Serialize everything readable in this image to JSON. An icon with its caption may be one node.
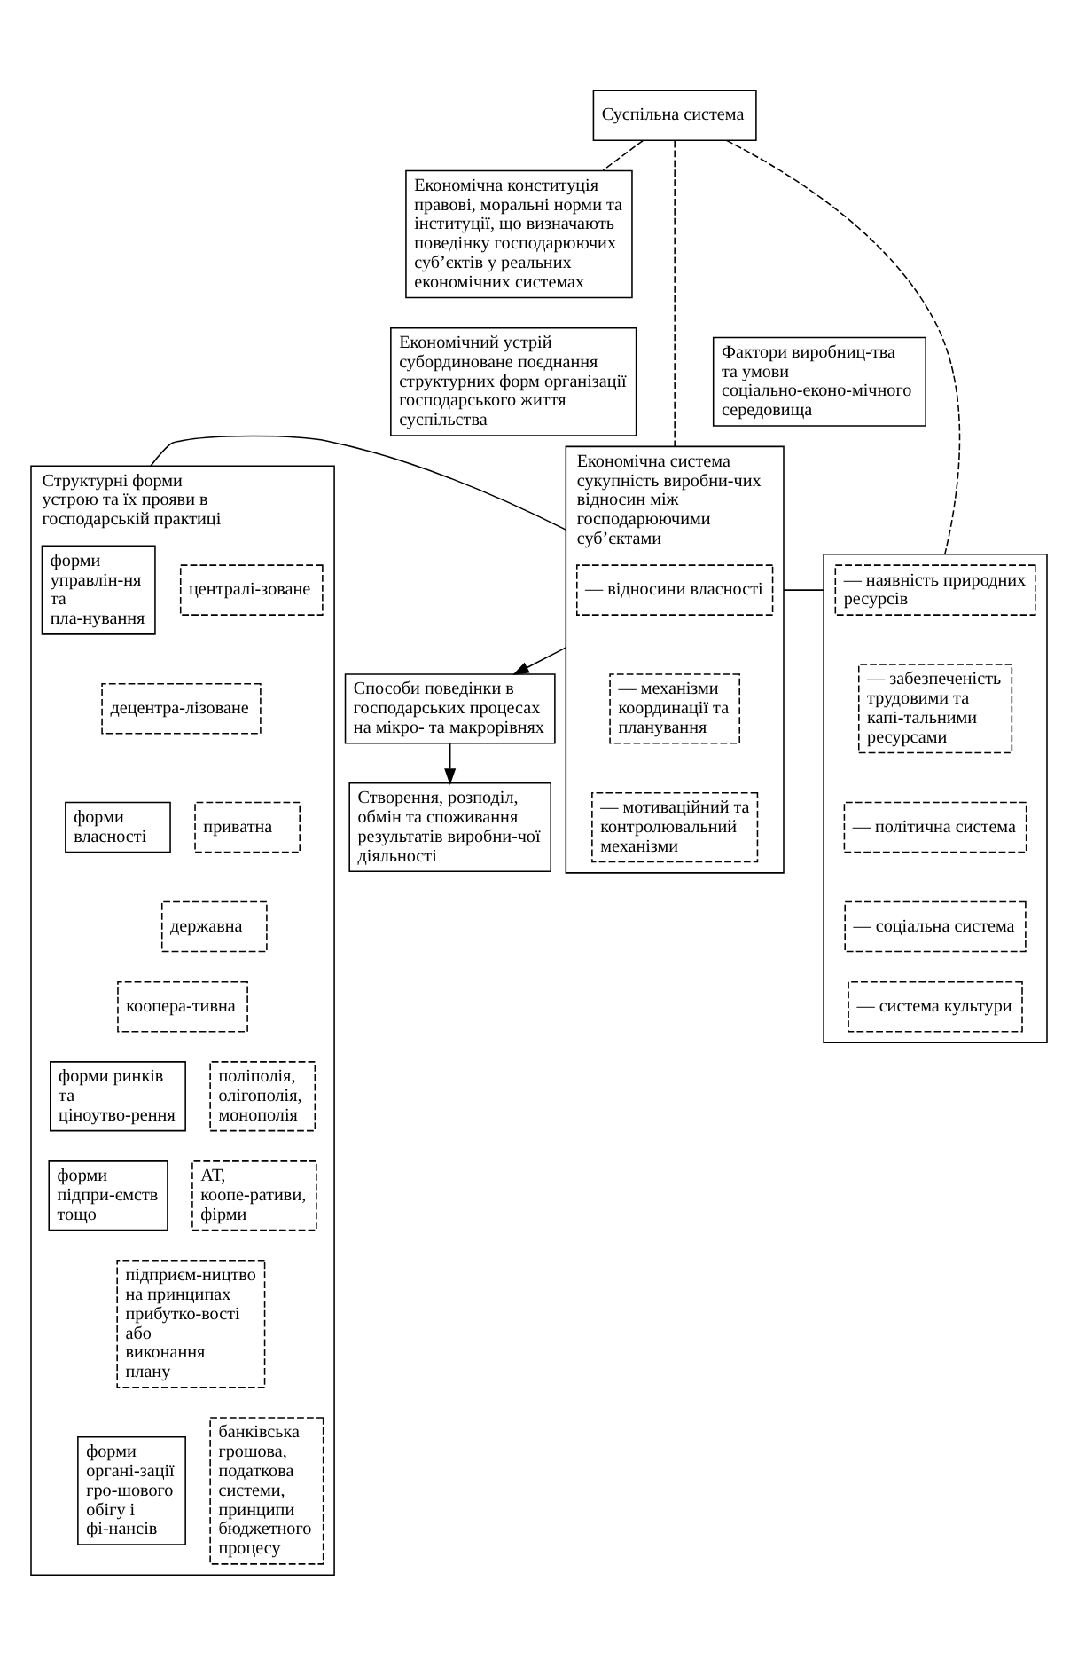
{
  "diagram": {
    "nodes": [
      {
        "text": [
          "Суспільна система"
        ]
      },
      {
        "text": [
          "Економічна конституція",
          "правові, моральні норми та інституції, що визначають поведінку господарюючих суб’єктів у реальних економічних системах"
        ]
      },
      {
        "text": [
          "Економічний устрій",
          "субординоване поєднання структурних форм організації господарського життя суспільства"
        ]
      },
      {
        "text": [
          "Структурні форми устрою та їх прояви в господарській практиці"
        ]
      },
      {
        "text": [
          "форми управлін-ня та пла-нування"
        ],
        "in": 3
      },
      {
        "text": [
          "централі-зоване"
        ],
        "in": 3
      },
      {
        "text": [
          "децентра-лізоване"
        ],
        "in": 3
      },
      {
        "text": [
          "форми власності"
        ],
        "in": 3
      },
      {
        "text": [
          "приватна"
        ],
        "in": 3
      },
      {
        "text": [
          "державна"
        ],
        "in": 3
      },
      {
        "text": [
          "коопера-тивна"
        ],
        "in": 3
      },
      {
        "text": [
          "форми ринків та ціноутво-рення"
        ],
        "in": 3
      },
      {
        "text": [
          "поліполія, олігополія, монополія"
        ],
        "in": 3
      },
      {
        "text": [
          "форми підпри-ємств тощо"
        ],
        "in": 3
      },
      {
        "text": [
          "АТ, коопе-ративи, фірми"
        ],
        "in": 3
      },
      {
        "text": [
          "підприєм-ництво на принципах прибутко-вості або виконання плану"
        ],
        "in": 3
      },
      {
        "text": [
          "форми органі-зації гро-шового обігу і фі-нансів"
        ],
        "in": 3
      },
      {
        "text": [
          "банківська грошова, податкова системи, принципи бюджетного процесу"
        ],
        "in": 3
      },
      {
        "text": [
          "Економічна система",
          "сукупність виробни-чих відносин між господарюючими суб’єктами"
        ]
      },
      {
        "text": [
          "— відносини власності"
        ],
        "in": 18
      },
      {
        "text": [
          "— механізми координації та планування"
        ],
        "in": 18
      },
      {
        "text": [
          "— мотиваційний та контролювальний механізми"
        ],
        "in": 18
      },
      {
        "text": [
          "Фактори виробниц-тва та умови соціально-еконо-мічного середовища"
        ]
      },
      {
        "text": [],
        "shape": "box"
      },
      {
        "text": [
          "— наявність природних ресурсів"
        ],
        "in": 23
      },
      {
        "text": [
          "— забезпеченість трудовими та капі-тальними ресурсами"
        ],
        "in": 23
      },
      {
        "text": [
          "— політична система"
        ],
        "in": 23
      },
      {
        "text": [
          "— соціальна система"
        ],
        "in": 23
      },
      {
        "text": [
          "— система культури"
        ],
        "in": 23
      },
      {
        "text": [
          "Способи поведінки в господарських процесах на мікро- та макрорівнях"
        ]
      },
      {
        "text": [
          "Створення, розподіл, обмін та споживання результатів виробни-чої діяльності"
        ]
      }
    ],
    "edges": [
      {
        "from": 0,
        "to": 1,
        "arrow": "none",
        "style": "dashed"
      },
      {
        "from": 0,
        "to": 18,
        "arrow": "none",
        "style": "dashed"
      },
      {
        "from": 0,
        "to": 23,
        "arrow": "none",
        "style": "dashed"
      },
      {
        "from": 3,
        "to": 18,
        "arrow": "none"
      },
      {
        "from": 18,
        "to": 23,
        "arrow": "none"
      },
      {
        "from": 18,
        "to": 29,
        "arrow": "to"
      },
      {
        "from": 29,
        "to": 30,
        "arrow": "to"
      }
    ]
  }
}
